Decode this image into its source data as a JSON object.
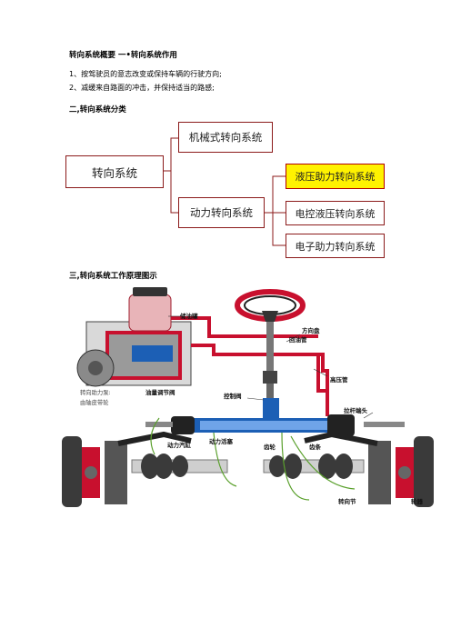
{
  "doc": {
    "title": "转向系统概要 一•转向系统作用",
    "list": [
      "1、按驾驶员的意志改变或保持车辆的行驶方向;",
      "2、减缓来自路面的冲击，并保持适当的路感;"
    ],
    "section2": "二,转向系统分类",
    "section3": "三,转向系统工作原理图示"
  },
  "tree": {
    "root": "转向系统",
    "mechanical": "机械式转向系统",
    "power": "动力转向系统",
    "hydraulic": "液压助力转向系统",
    "electro_hydraulic": "电控液压转向系统",
    "electric": "电子助力转向系统",
    "colors": {
      "border": "#8b1a1a",
      "highlight": "#fff200"
    }
  },
  "diagram": {
    "labels": {
      "reservoir": "储油罐",
      "steering_wheel": "方向盘",
      "return_pipe": "回油管",
      "high_pressure_pipe": "高压管",
      "pump_line1": "转向助力泵:",
      "pump_line2": "由轴皮带轮",
      "flow_valve": "油量调节阀",
      "control_valve": "控制阀",
      "tie_rod_end": "拉杆端头",
      "power_cylinder": "动力汽缸",
      "power_piston": "动力活塞",
      "pinion": "齿轮",
      "rack": "齿条",
      "knuckle": "转向节",
      "wheel": "轮器"
    },
    "colors": {
      "oil_red": "#c8102e",
      "rack_blue": "#1c5fb5",
      "frame_black": "#1a1a1a",
      "hose_green": "#5aa02c"
    }
  }
}
